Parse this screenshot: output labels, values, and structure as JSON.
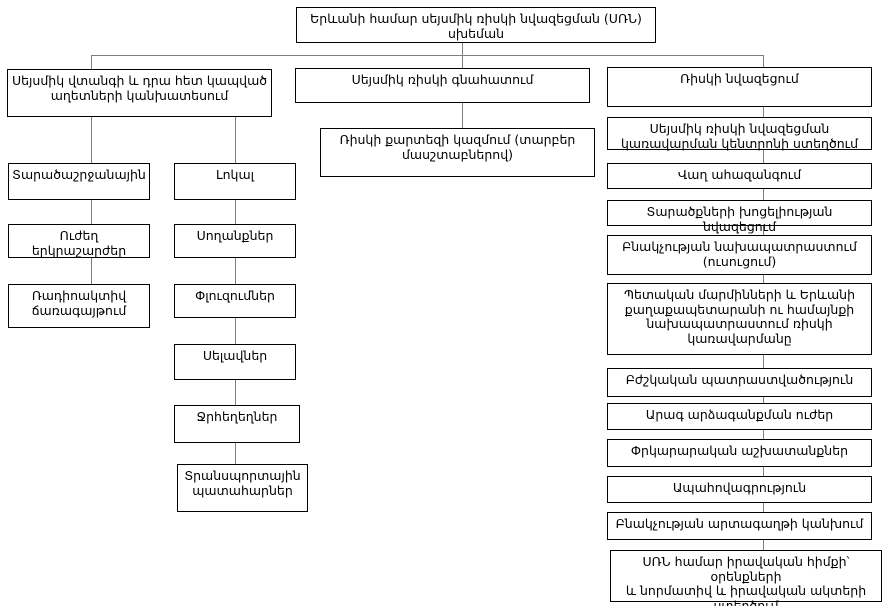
{
  "diagram": {
    "colors": {
      "background": "#ffffff",
      "box_border": "#000000",
      "connector": "#7f7f7f",
      "text": "#000000"
    },
    "nodes": {
      "title": {
        "label": "Երևանի համար սեյսմիկ ռիսկի նվազեցման (ՍՌՆ)\nսխեման"
      },
      "hazard_forecast": {
        "label": "Սեյսմիկ վտանգի և դրա հետ կապված\nաղետների կանխատեսում"
      },
      "risk_assessment": {
        "label": "Սեյսմիկ ռիսկի գնահատում"
      },
      "risk_reduction": {
        "label": "Ռիսկի նվազեցում"
      },
      "risk_map": {
        "label": "Ռիսկի քարտեզի կազմում (տարբեր\nմասշտաբներով)"
      },
      "regional": {
        "label": "Տարածաշրջանային"
      },
      "strong_earthquakes": {
        "label": "Ուժեղ\nերկրաշարժեր"
      },
      "radiation": {
        "label": "Ռադիոակտիվ\nճառագայթում"
      },
      "local": {
        "label": "Լոկալ"
      },
      "landslides": {
        "label": "Սողանքներ"
      },
      "collapses": {
        "label": "Փլուզումներ"
      },
      "mudflows": {
        "label": "Սելավներ"
      },
      "floods": {
        "label": "Ջրհեղեղներ"
      },
      "transport_accidents": {
        "label": "Տրանսպորտային\nպատահարներ"
      },
      "srn_center": {
        "label": "Սեյսմիկ ռիսկի նվազեցման\nկառավարման կենտրոնի ստեղծում"
      },
      "early_warning": {
        "label": "Վաղ ահազանգում"
      },
      "territory_vulnerability": {
        "label": "Տարածքների խոցելիության նվազեցում"
      },
      "population_training": {
        "label": "Բնակչության նախապատրաստում\n(ուսուցում)"
      },
      "state_bodies": {
        "label": "Պետական մարմինների և Երևանի\nքաղաքապետարանի ու համայնքի\nնախապատրաստում ռիսկի\nկառավարմանը"
      },
      "medical_preparedness": {
        "label": "Բժշկական պատրաստվածություն"
      },
      "rapid_response": {
        "label": "Արագ արձագանքման ուժեր"
      },
      "rescue_works": {
        "label": "Փրկարարական աշխատանքներ"
      },
      "insurance": {
        "label": "Ապահովագրություն"
      },
      "emigration_prevention": {
        "label": "Բնակչության արտագաղթի կանխում"
      },
      "legal_framework": {
        "label": "ՍՌՆ համար իրավական հիմքի՝ օրենքների\nև նորմատիվ և իրավական ակտերի\nստեղծում"
      }
    },
    "edges": [
      [
        "title",
        "hazard_forecast"
      ],
      [
        "title",
        "risk_assessment"
      ],
      [
        "title",
        "risk_reduction"
      ],
      [
        "hazard_forecast",
        "regional"
      ],
      [
        "hazard_forecast",
        "local"
      ],
      [
        "regional",
        "strong_earthquakes"
      ],
      [
        "strong_earthquakes",
        "radiation"
      ],
      [
        "local",
        "landslides"
      ],
      [
        "landslides",
        "collapses"
      ],
      [
        "collapses",
        "mudflows"
      ],
      [
        "mudflows",
        "floods"
      ],
      [
        "floods",
        "transport_accidents"
      ],
      [
        "risk_assessment",
        "risk_map"
      ],
      [
        "risk_reduction",
        "srn_center"
      ],
      [
        "srn_center",
        "early_warning"
      ],
      [
        "early_warning",
        "territory_vulnerability"
      ],
      [
        "territory_vulnerability",
        "population_training"
      ],
      [
        "population_training",
        "state_bodies"
      ],
      [
        "state_bodies",
        "medical_preparedness"
      ],
      [
        "medical_preparedness",
        "rapid_response"
      ],
      [
        "rapid_response",
        "rescue_works"
      ],
      [
        "rescue_works",
        "insurance"
      ],
      [
        "insurance",
        "emigration_prevention"
      ],
      [
        "emigration_prevention",
        "legal_framework"
      ]
    ]
  }
}
